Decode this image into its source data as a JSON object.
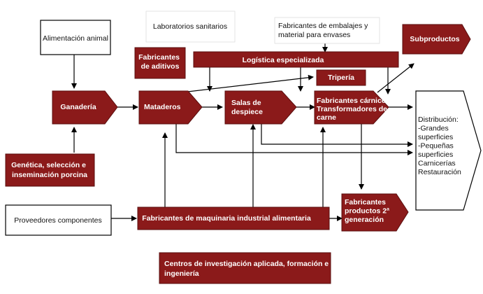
{
  "colors": {
    "node_fill": "#8b1a1a",
    "node_stroke": "#5a0f0f",
    "box_stroke": "#000000",
    "arrow": "#000000"
  },
  "nodes": {
    "alimentacion": {
      "lines": [
        "Alimentación animal"
      ]
    },
    "laboratorios": {
      "lines": [
        "Laboratorios sanitarios"
      ]
    },
    "embalajes": {
      "lines": [
        "Fabricantes de embalajes y",
        "material para envases"
      ]
    },
    "subproductos": {
      "lines": [
        "Subproductos"
      ]
    },
    "aditivos": {
      "lines": [
        "Fabricantes",
        "de aditivos"
      ]
    },
    "logistica": {
      "lines": [
        "Logística especializada"
      ]
    },
    "triperia": {
      "lines": [
        "Tripería"
      ]
    },
    "ganaderia": {
      "lines": [
        "Ganadería"
      ]
    },
    "mataderos": {
      "lines": [
        "Mataderos"
      ]
    },
    "salas": {
      "lines": [
        "Salas de",
        "despiece"
      ]
    },
    "carnicos": {
      "lines": [
        "Fabricantes cárnicos",
        "Transformadores de",
        "carne"
      ]
    },
    "distribucion": {
      "lines": [
        "Distribución:",
        "-Grandes",
        "superficies",
        "-Pequeñas",
        "superficies",
        "Carnicerías",
        "Restauración"
      ]
    },
    "genetica": {
      "lines": [
        "Genética, selección e",
        "inseminación porcina"
      ]
    },
    "proveedores": {
      "lines": [
        "Proveedores componentes"
      ]
    },
    "maquinaria": {
      "lines": [
        "Fabricantes de maquinaria industrial alimentaria"
      ]
    },
    "segunda": {
      "lines": [
        "Fabricantes",
        "productos 2ª",
        "generación"
      ]
    },
    "centros": {
      "lines": [
        "Centros de investigación aplicada, formación e",
        "ingeniería"
      ]
    }
  }
}
